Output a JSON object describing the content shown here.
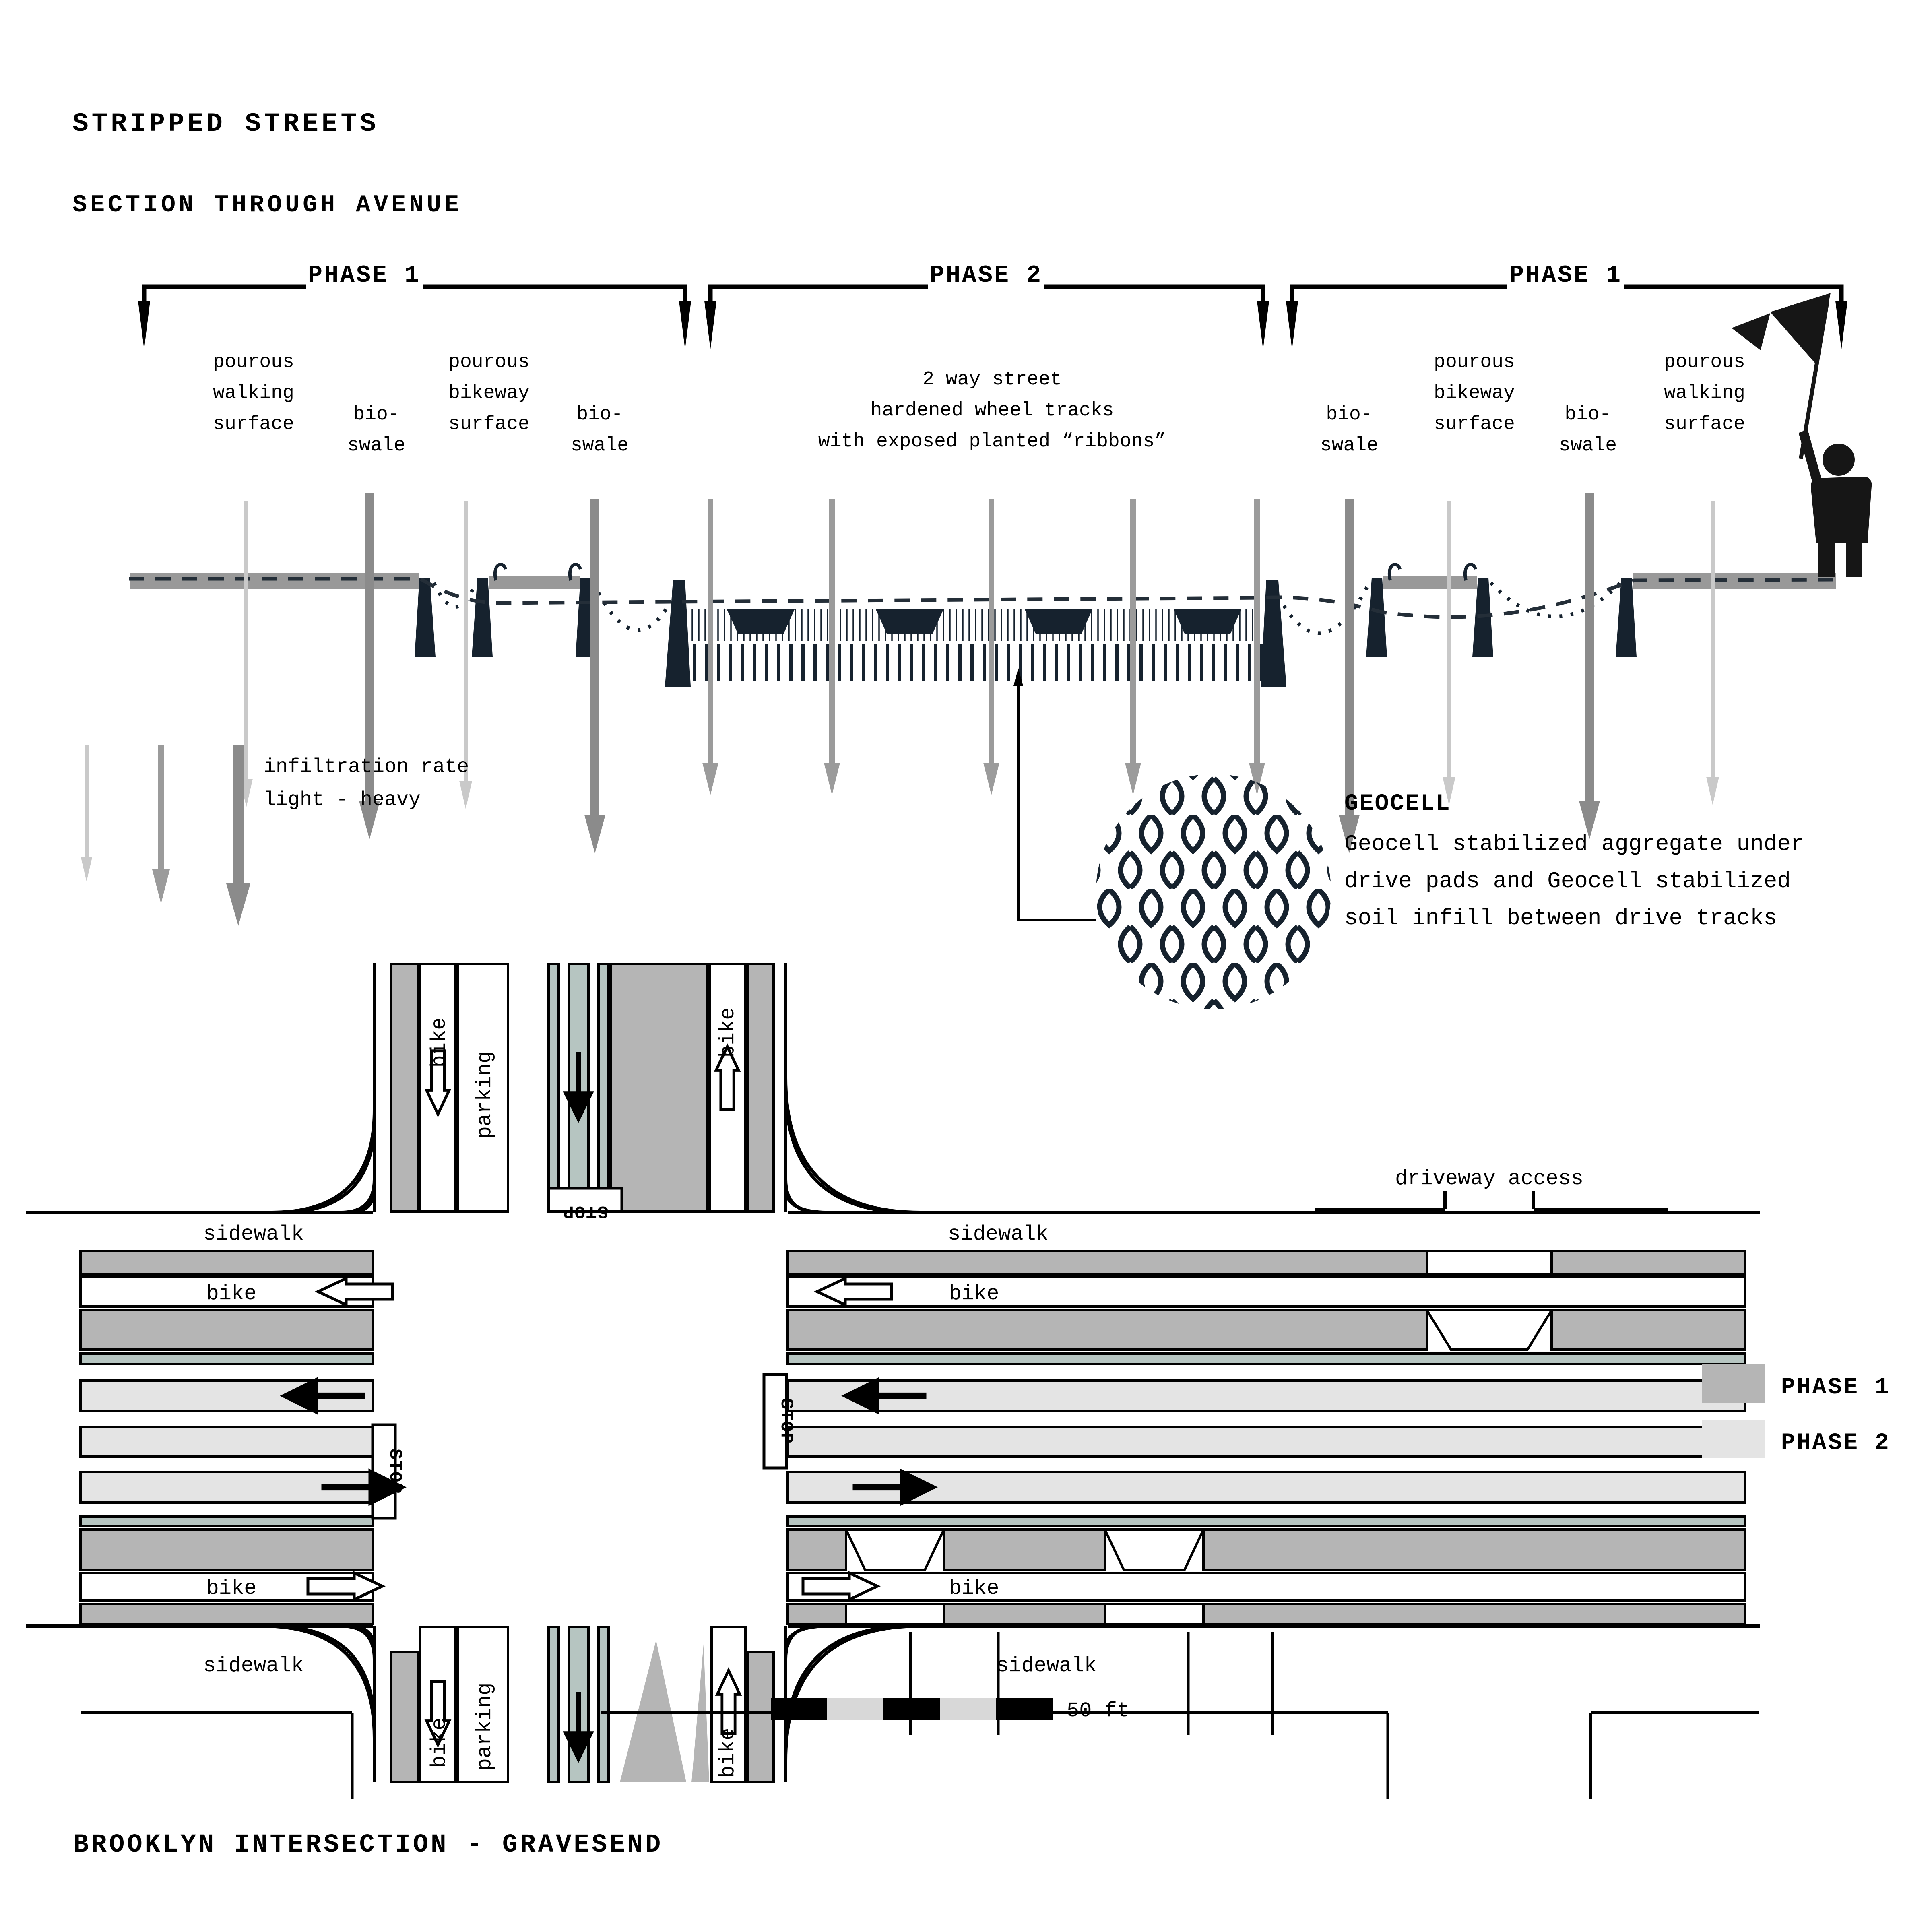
{
  "header": {
    "title": "STRIPPED STREETS",
    "section_heading": "SECTION THROUGH AVENUE"
  },
  "section": {
    "phase_left": "PHASE 1",
    "phase_mid": "PHASE 2",
    "phase_right": "PHASE 1",
    "walking": [
      "pourous",
      "walking",
      "surface"
    ],
    "bikeway": [
      "pourous",
      "bikeway",
      "surface"
    ],
    "bioswale": [
      "bio-",
      "swale"
    ],
    "street": [
      "2 way street",
      "hardened wheel tracks",
      "with exposed planted “ribbons”"
    ],
    "infiltration": [
      "infiltration rate",
      "light - heavy"
    ],
    "geocell_title": "GEOCELL",
    "geocell_body": [
      "Geocell stabilized aggregate under",
      "drive pads and Geocell stabilized",
      "soil infill between drive tracks"
    ]
  },
  "plan": {
    "sidewalk": "sidewalk",
    "bike": "bike",
    "parking": "parking",
    "stop": "STOP",
    "driveway_access": "driveway access",
    "legend": {
      "phase1": "PHASE 1",
      "phase2": "PHASE 2"
    },
    "scale_label": "50 ft",
    "title": "BROOKLYN INTERSECTION - GRAVESEND"
  },
  "colors": {
    "phase1": "#b5b5b5",
    "phase2": "#e4e4e4",
    "lane_green": "#b6c5c1",
    "navy": "#16222e",
    "section_surface": "#999999",
    "arrow_light": "#c9c9c9",
    "arrow_mid": "#9b9b9b",
    "arrow_heavy": "#8b8b8b",
    "scale_light": "#d8d8d8"
  }
}
